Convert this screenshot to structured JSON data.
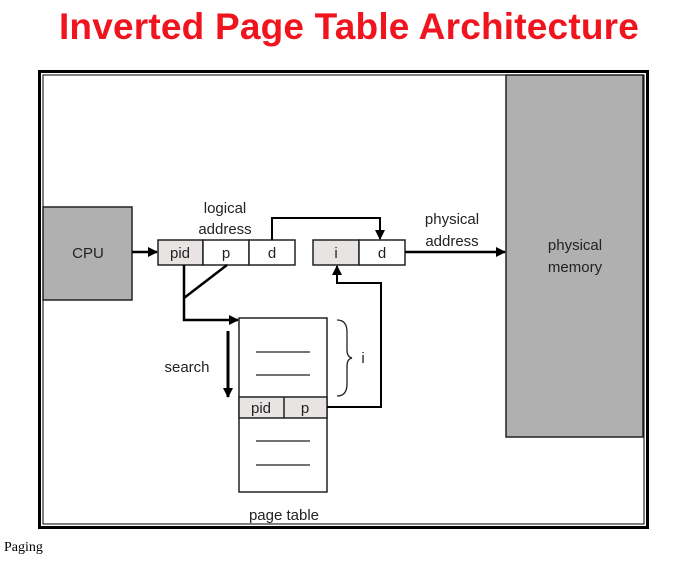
{
  "title": "Inverted Page Table Architecture",
  "footer": "Paging",
  "diagram": {
    "cpu": "CPU",
    "logical_address_label": [
      "logical",
      "address"
    ],
    "logical_address_fields": [
      "pid",
      "p",
      "d"
    ],
    "physical_address_label": [
      "physical",
      "address"
    ],
    "physical_address_fields": [
      "i",
      "d"
    ],
    "physical_memory_label": [
      "physical",
      "memory"
    ],
    "search_label": "search",
    "brace_label": "i",
    "page_table_entry_fields": [
      "pid",
      "p"
    ],
    "page_table_label": "page table"
  },
  "colors": {
    "title": "#f0141e",
    "box_fill": "#b0b0b0",
    "highlight_cell": "#e8e4e4"
  }
}
